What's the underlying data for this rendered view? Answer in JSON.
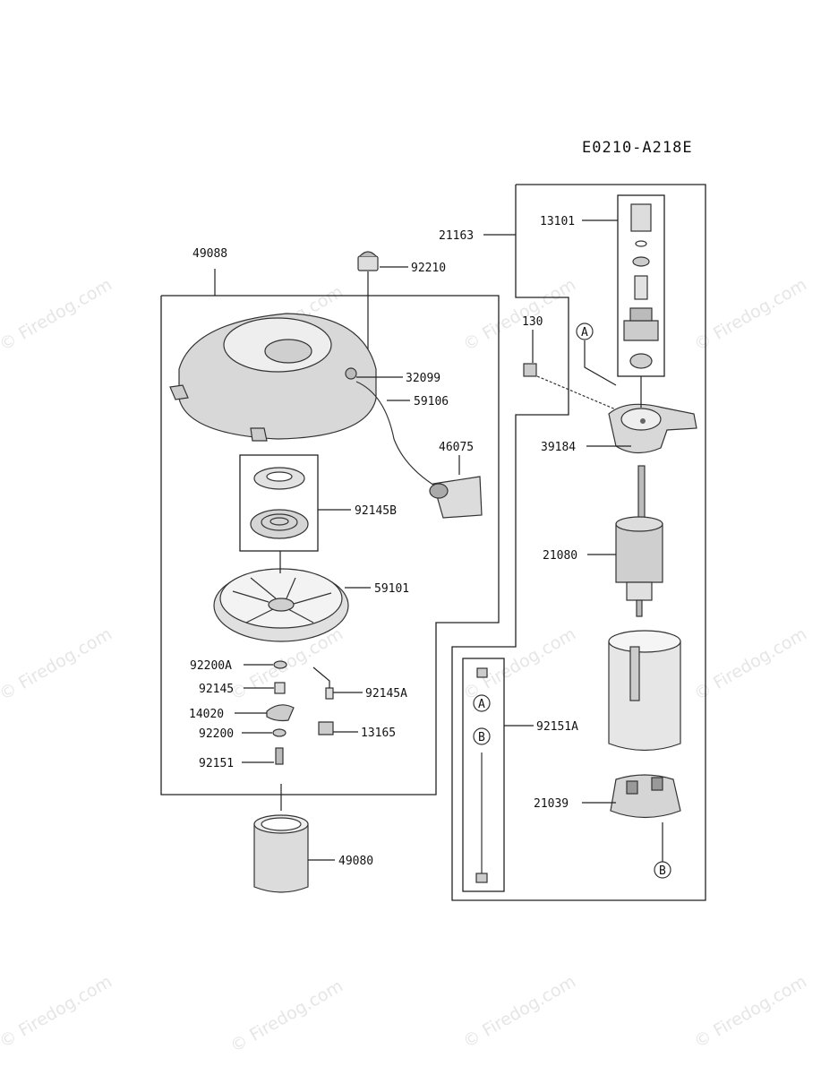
{
  "diagram_code": "E0210-A218E",
  "watermark_text": "© Firedog.com",
  "callouts": {
    "49088": "49088",
    "92210": "92210",
    "32099": "32099",
    "59106": "59106",
    "46075": "46075",
    "92145B": "92145B",
    "59101": "59101",
    "92200A": "92200A",
    "92145": "92145",
    "92145A": "92145A",
    "14020": "14020",
    "13165": "13165",
    "92200": "92200",
    "92151": "92151",
    "49080": "49080",
    "21163": "21163",
    "13101": "13101",
    "130": "130",
    "39184": "39184",
    "21080": "21080",
    "92151A": "92151A",
    "21039": "21039"
  },
  "markers": {
    "A": "A",
    "B": "B"
  }
}
